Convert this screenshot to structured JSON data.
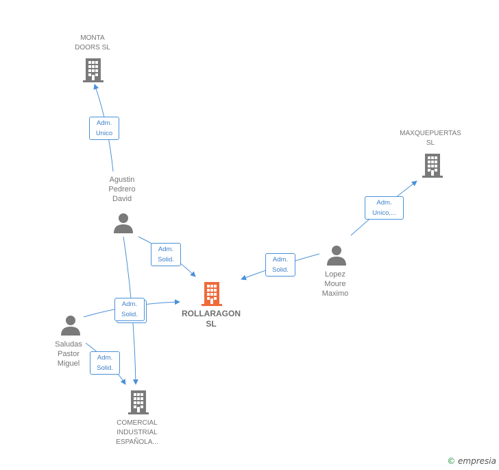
{
  "nodes": {
    "monta": {
      "label": "MONTA\nDOORS  SL",
      "icon": "building-icon",
      "color": "#7a7a7a"
    },
    "maxque": {
      "label": "MAXQUEPUERTAS\nSL",
      "icon": "building-icon",
      "color": "#7a7a7a"
    },
    "agustin": {
      "label": "Agustin\nPedrero\nDavid",
      "icon": "person-icon",
      "color": "#7a7a7a"
    },
    "lopez": {
      "label": "Lopez\nMoure\nMaximo",
      "icon": "person-icon",
      "color": "#7a7a7a"
    },
    "rollaragon": {
      "label": "ROLLARAGON\nSL",
      "icon": "building-icon",
      "color": "#f06a3a"
    },
    "saludas": {
      "label": "Saludas\nPastor\nMiguel",
      "icon": "person-icon",
      "color": "#7a7a7a"
    },
    "comercial": {
      "label": "COMERCIAL\nINDUSTRIAL\nESPAÑOLA...",
      "icon": "building-icon",
      "color": "#7a7a7a"
    }
  },
  "edges": {
    "agustin_monta": "Adm.\nUnico",
    "lopez_maxque": "Adm.\nUnico,...",
    "agustin_rollaragon": "Adm.\nSolid.",
    "lopez_rollaragon": "Adm.\nSolid.",
    "saludas_rollaragon": "Adm.\nSolid.",
    "saludas_comercial": "Adm.\nSolid."
  },
  "edge_color": "#4a90d9",
  "footer": {
    "copyright_symbol": "©",
    "brand": "empresia"
  }
}
